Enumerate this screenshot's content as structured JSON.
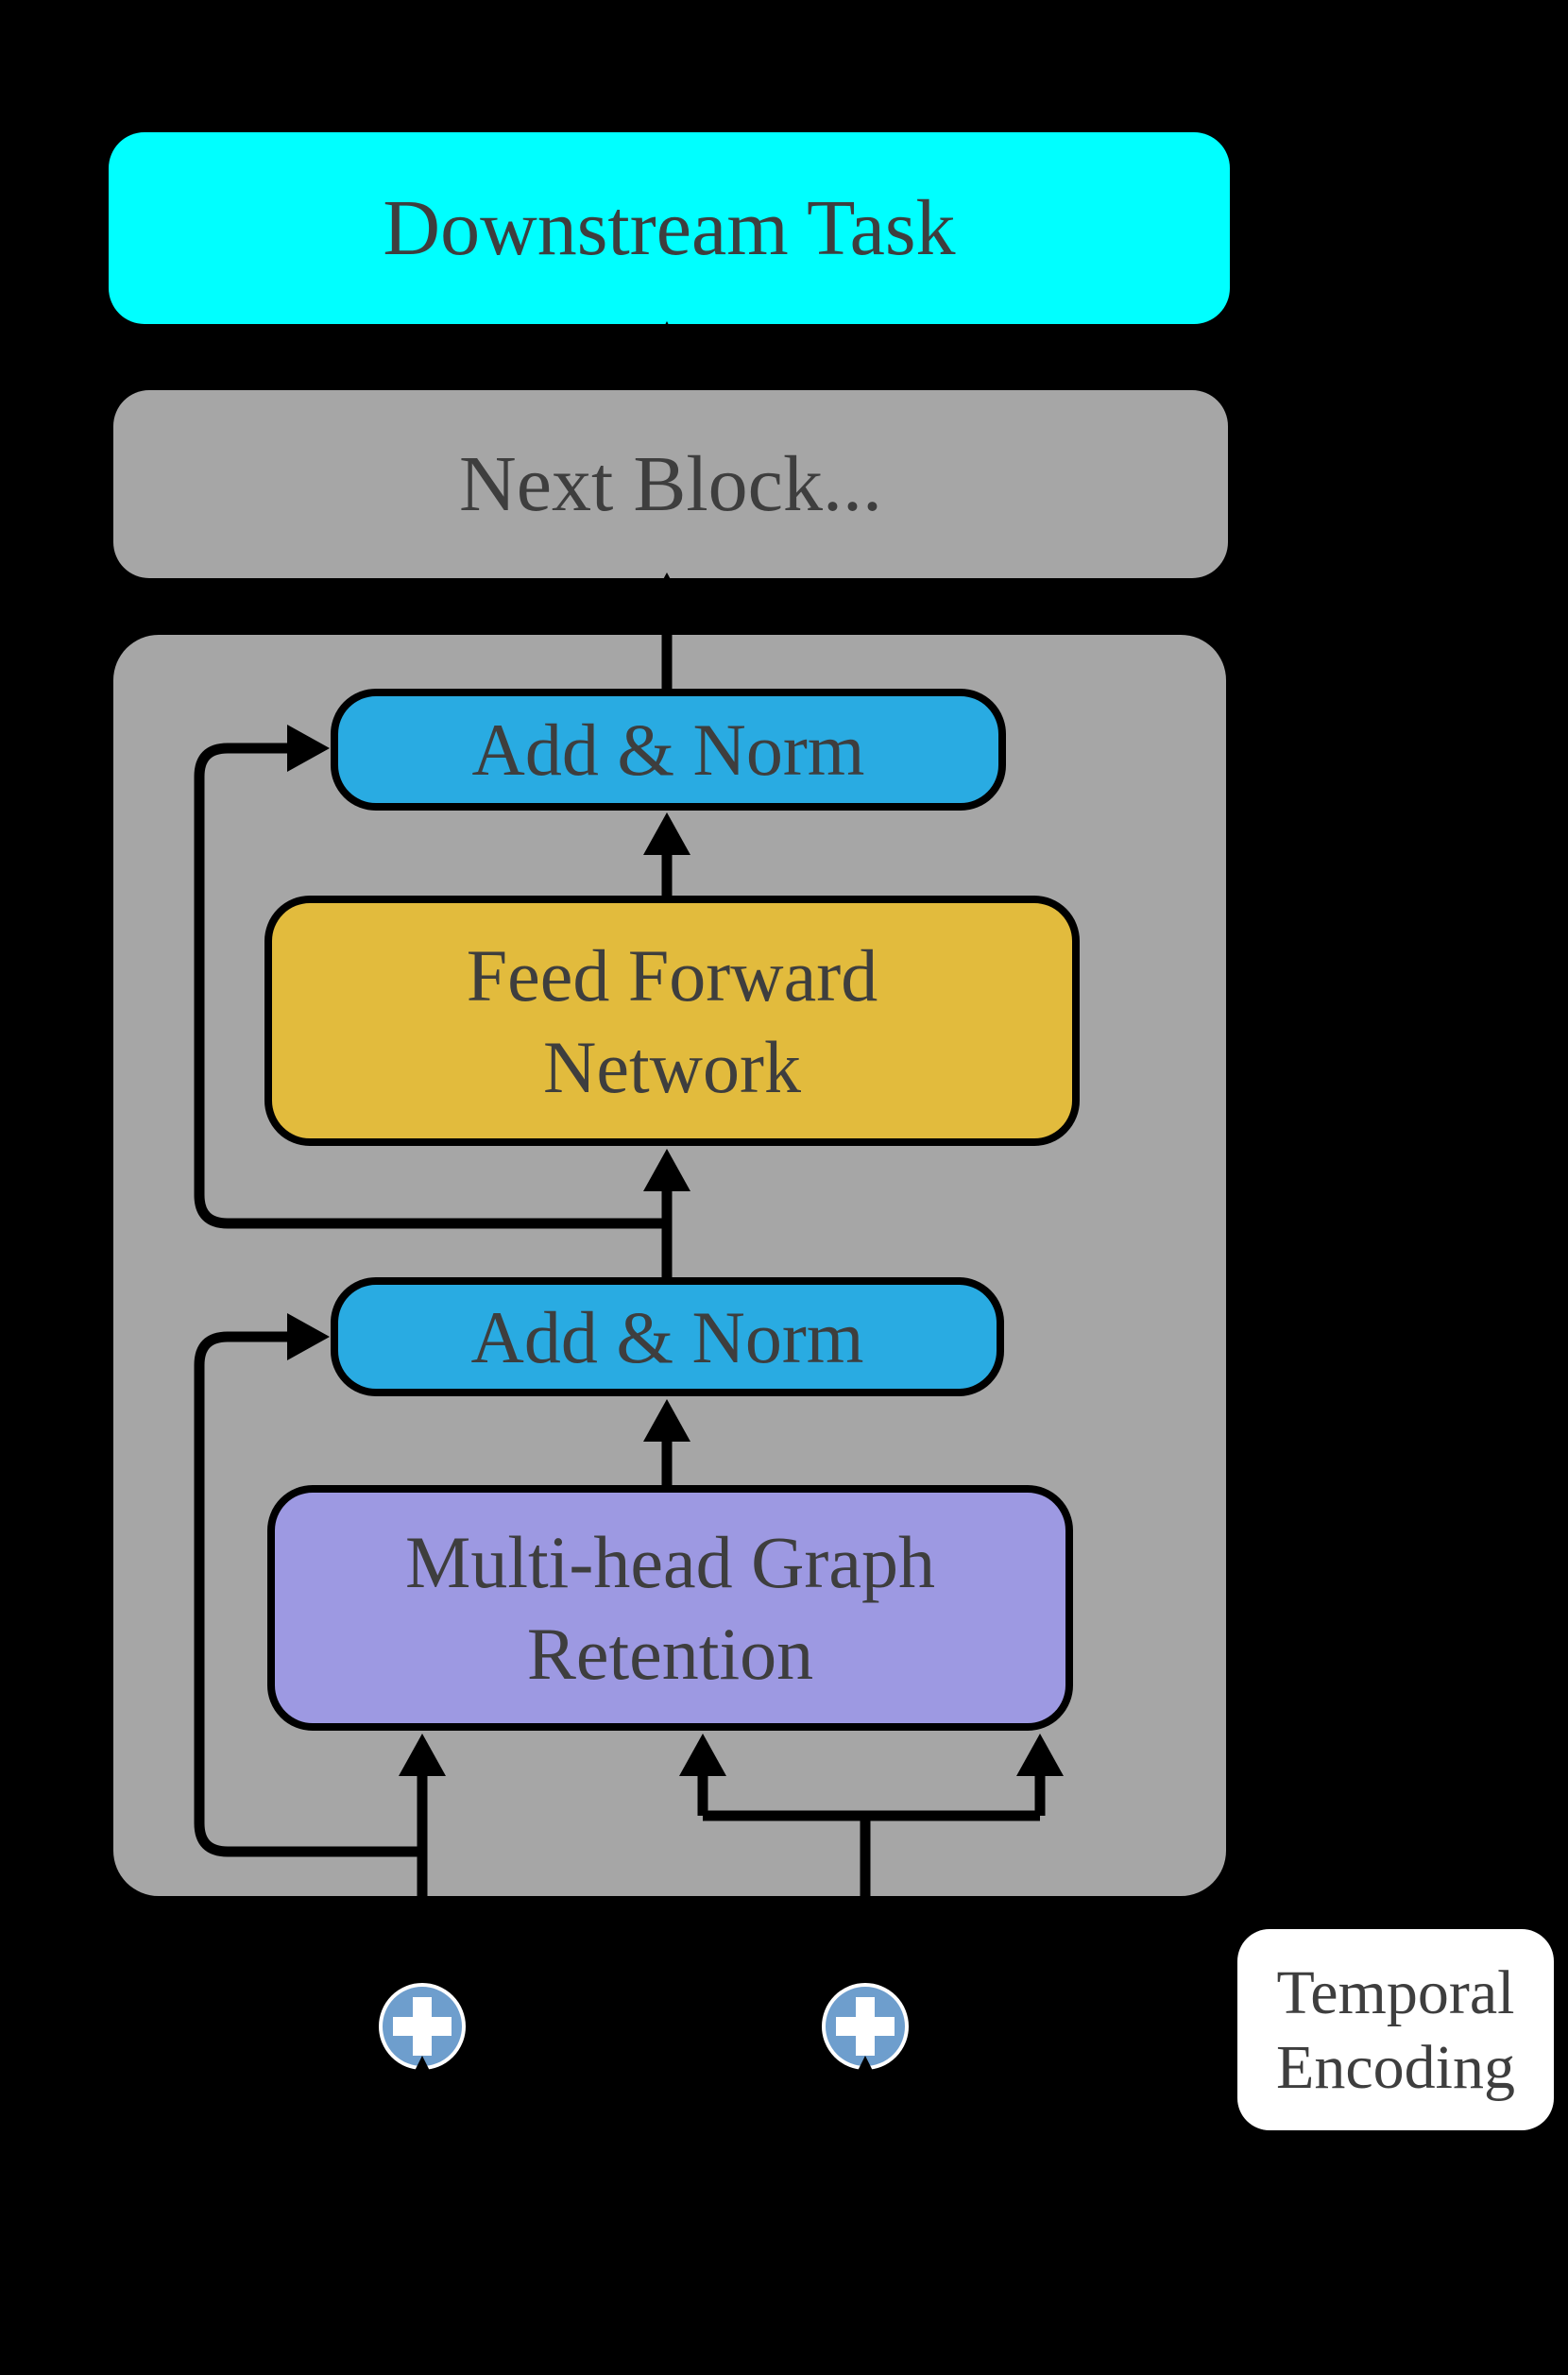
{
  "canvas": {
    "bg": "#000000",
    "line_color": "#000000",
    "text_color": "#3E3E3E"
  },
  "boxes": {
    "downstream": {
      "label": "Downstream Task",
      "fill": "#00FFFF"
    },
    "next_block": {
      "label": "Next Block...",
      "fill": "#A6A6A6"
    },
    "encoder": {
      "fill": "#A6A6A6"
    },
    "add_norm_top": {
      "label": "Add & Norm",
      "fill": "#29ABE2"
    },
    "feed_forward": {
      "line1": "Feed Forward",
      "line2": "Network",
      "fill": "#E2BB3D"
    },
    "add_norm_bottom": {
      "label": "Add & Norm",
      "fill": "#29ABE2"
    },
    "retention": {
      "line1": "Multi-head Graph",
      "line2": "Retention",
      "fill": "#9D99E2"
    },
    "temporal": {
      "line1": "Temporal",
      "line2": "Encoding",
      "fill": "#FFFFFF"
    }
  },
  "icons": {
    "plus_left": {
      "name": "plus-icon",
      "fill": "#6E9ECD",
      "glyph_color": "#FFFFFF"
    },
    "plus_right": {
      "name": "plus-icon",
      "fill": "#6E9ECD",
      "glyph_color": "#FFFFFF"
    }
  }
}
